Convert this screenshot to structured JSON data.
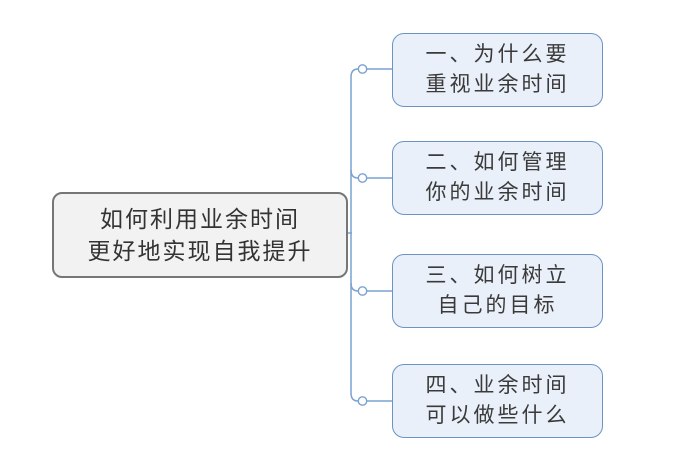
{
  "root": {
    "label_lines": [
      "如何利用业余时间",
      "更好地实现自我提升"
    ]
  },
  "branches": [
    {
      "label_lines": [
        "一、为什么要",
        "重视业余时间"
      ]
    },
    {
      "label_lines": [
        "二、如何管理",
        "你的业余时间"
      ]
    },
    {
      "label_lines": [
        "三、如何树立",
        "自己的目标"
      ]
    },
    {
      "label_lines": [
        "四、业余时间",
        "可以做些什么"
      ]
    }
  ],
  "colors": {
    "background": "#ffffff",
    "root_fill": "#f2f2f2",
    "root_border": "#767676",
    "branch_fill": "#eaf0f9",
    "branch_border": "#6b94c3",
    "connector": "#7aa2d0",
    "text": "#333333"
  }
}
